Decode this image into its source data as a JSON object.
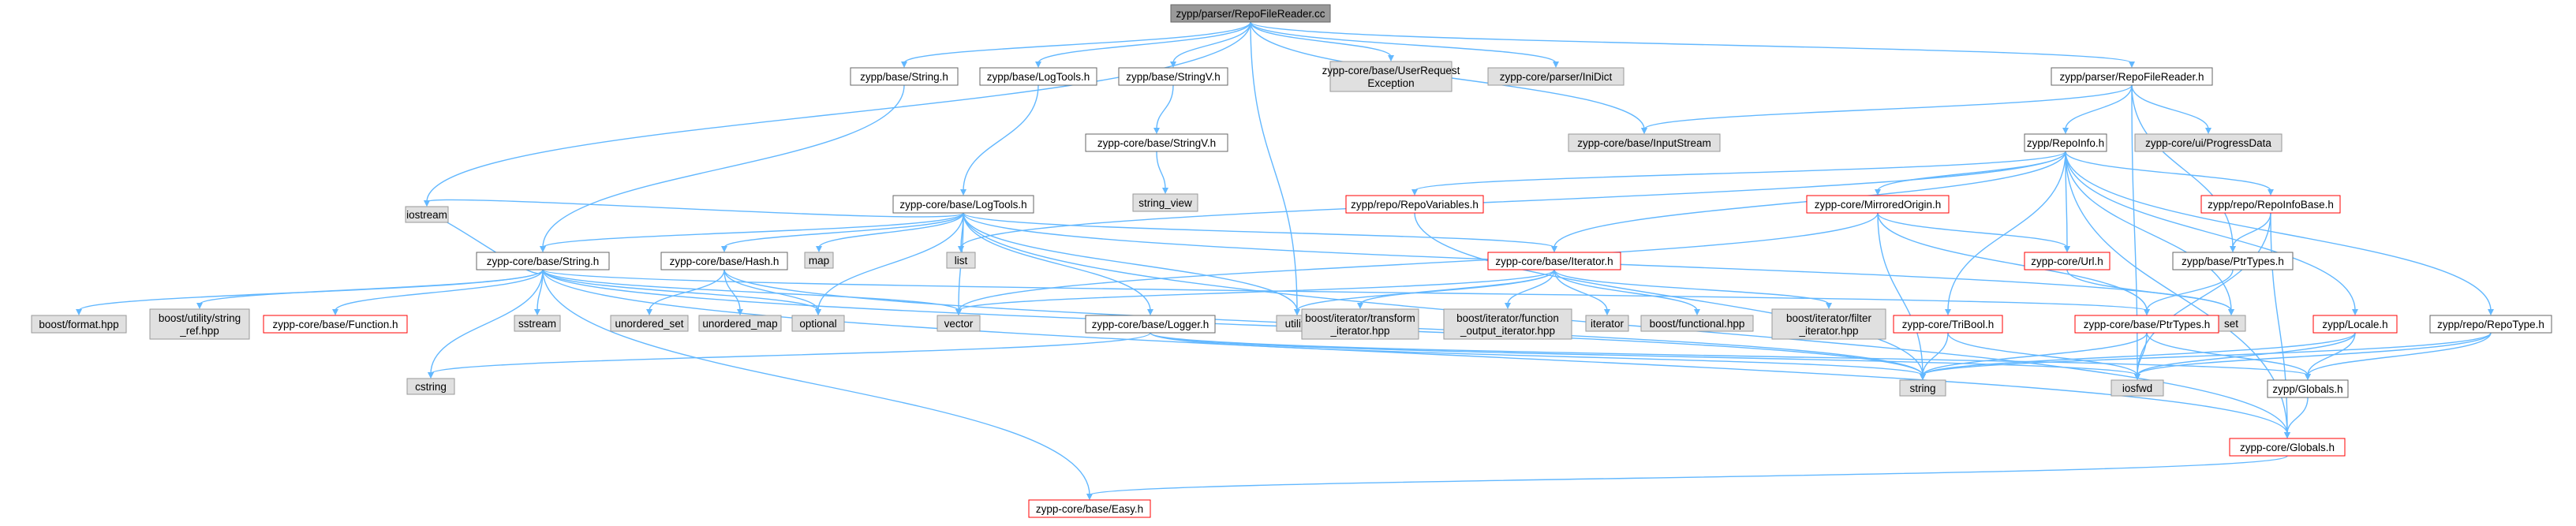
{
  "diagram": {
    "type": "include-dependency-graph",
    "colors": {
      "root_fill": "#999999",
      "root_border": "#666666",
      "normal_fill": "#ffffff",
      "normal_border": "#666666",
      "missing_fill": "#e0e0e0",
      "missing_border": "#999999",
      "truncated_fill": "#ffffff",
      "truncated_border": "#ff0000",
      "edge": "#63b8ff"
    },
    "nodes": [
      {
        "id": "root",
        "lines": [
          "zypp/parser/RepoFileReader.cc"
        ],
        "style": "root"
      },
      {
        "id": "iostream",
        "lines": [
          "iostream"
        ],
        "style": "missing"
      },
      {
        "id": "str_h",
        "lines": [
          "zypp/base/String.h"
        ],
        "style": "normal"
      },
      {
        "id": "logtools_h",
        "lines": [
          "zypp/base/LogTools.h"
        ],
        "style": "normal"
      },
      {
        "id": "stringv_h",
        "lines": [
          "zypp/base/StringV.h"
        ],
        "style": "normal"
      },
      {
        "id": "userreq",
        "lines": [
          "zypp-core/base/UserRequest",
          "Exception"
        ],
        "style": "missing"
      },
      {
        "id": "inidict",
        "lines": [
          "zypp-core/parser/IniDict"
        ],
        "style": "missing"
      },
      {
        "id": "rfr_h",
        "lines": [
          "zypp/parser/RepoFileReader.h"
        ],
        "style": "normal"
      },
      {
        "id": "core_stringv",
        "lines": [
          "zypp-core/base/StringV.h"
        ],
        "style": "normal"
      },
      {
        "id": "inputstream",
        "lines": [
          "zypp-core/base/InputStream"
        ],
        "style": "missing"
      },
      {
        "id": "progressdata",
        "lines": [
          "zypp-core/ui/ProgressData"
        ],
        "style": "missing"
      },
      {
        "id": "repoinfo",
        "lines": [
          "zypp/RepoInfo.h"
        ],
        "style": "normal"
      },
      {
        "id": "string_view",
        "lines": [
          "string_view"
        ],
        "style": "missing"
      },
      {
        "id": "core_logtools",
        "lines": [
          "zypp-core/base/LogTools.h"
        ],
        "style": "normal"
      },
      {
        "id": "repovariables",
        "lines": [
          "zypp/repo/RepoVariables.h"
        ],
        "style": "truncated"
      },
      {
        "id": "mirroredorigin",
        "lines": [
          "zypp-core/MirroredOrigin.h"
        ],
        "style": "truncated"
      },
      {
        "id": "repoinfobase",
        "lines": [
          "zypp/repo/RepoInfoBase.h"
        ],
        "style": "truncated"
      },
      {
        "id": "core_string",
        "lines": [
          "zypp-core/base/String.h"
        ],
        "style": "normal"
      },
      {
        "id": "core_hash",
        "lines": [
          "zypp-core/base/Hash.h"
        ],
        "style": "normal"
      },
      {
        "id": "map",
        "lines": [
          "map"
        ],
        "style": "missing"
      },
      {
        "id": "list",
        "lines": [
          "list"
        ],
        "style": "missing"
      },
      {
        "id": "core_iterator",
        "lines": [
          "zypp-core/base/Iterator.h"
        ],
        "style": "truncated"
      },
      {
        "id": "core_url",
        "lines": [
          "zypp-core/Url.h"
        ],
        "style": "truncated"
      },
      {
        "id": "ptrtypes_h",
        "lines": [
          "zypp/base/PtrTypes.h"
        ],
        "style": "normal"
      },
      {
        "id": "boost_format",
        "lines": [
          "boost/format.hpp"
        ],
        "style": "missing"
      },
      {
        "id": "boost_string_ref",
        "lines": [
          "boost/utility/string",
          "_ref.hpp"
        ],
        "style": "missing"
      },
      {
        "id": "core_function",
        "lines": [
          "zypp-core/base/Function.h"
        ],
        "style": "truncated"
      },
      {
        "id": "sstream",
        "lines": [
          "sstream"
        ],
        "style": "missing"
      },
      {
        "id": "unordered_set",
        "lines": [
          "unordered_set"
        ],
        "style": "missing"
      },
      {
        "id": "unordered_map",
        "lines": [
          "unordered_map"
        ],
        "style": "missing"
      },
      {
        "id": "optional",
        "lines": [
          "optional"
        ],
        "style": "missing"
      },
      {
        "id": "vector",
        "lines": [
          "vector"
        ],
        "style": "missing"
      },
      {
        "id": "core_logger",
        "lines": [
          "zypp-core/base/Logger.h"
        ],
        "style": "normal"
      },
      {
        "id": "utility",
        "lines": [
          "utility"
        ],
        "style": "missing"
      },
      {
        "id": "boost_transform",
        "lines": [
          "boost/iterator/transform",
          "_iterator.hpp"
        ],
        "style": "missing"
      },
      {
        "id": "boost_function_out",
        "lines": [
          "boost/iterator/function",
          "_output_iterator.hpp"
        ],
        "style": "missing"
      },
      {
        "id": "iterator",
        "lines": [
          "iterator"
        ],
        "style": "missing"
      },
      {
        "id": "boost_functional",
        "lines": [
          "boost/functional.hpp"
        ],
        "style": "missing"
      },
      {
        "id": "boost_filter",
        "lines": [
          "boost/iterator/filter",
          "_iterator.hpp"
        ],
        "style": "missing"
      },
      {
        "id": "set",
        "lines": [
          "set"
        ],
        "style": "missing"
      },
      {
        "id": "tribool",
        "lines": [
          "zypp-core/TriBool.h"
        ],
        "style": "truncated"
      },
      {
        "id": "core_ptrtypes",
        "lines": [
          "zypp-core/base/PtrTypes.h"
        ],
        "style": "truncated"
      },
      {
        "id": "locale_h",
        "lines": [
          "zypp/Locale.h"
        ],
        "style": "truncated"
      },
      {
        "id": "repotype",
        "lines": [
          "zypp/repo/RepoType.h"
        ],
        "style": "normal"
      },
      {
        "id": "cstring",
        "lines": [
          "cstring"
        ],
        "style": "missing"
      },
      {
        "id": "string",
        "lines": [
          "string"
        ],
        "style": "missing"
      },
      {
        "id": "iosfwd",
        "lines": [
          "iosfwd"
        ],
        "style": "missing"
      },
      {
        "id": "globals_h",
        "lines": [
          "zypp/Globals.h"
        ],
        "style": "normal"
      },
      {
        "id": "core_globals",
        "lines": [
          "zypp-core/Globals.h"
        ],
        "style": "truncated"
      },
      {
        "id": "core_easy",
        "lines": [
          "zypp-core/base/Easy.h"
        ],
        "style": "truncated"
      }
    ],
    "edges": [
      [
        "root",
        "iostream"
      ],
      [
        "root",
        "str_h"
      ],
      [
        "root",
        "logtools_h"
      ],
      [
        "root",
        "stringv_h"
      ],
      [
        "root",
        "userreq"
      ],
      [
        "root",
        "inidict"
      ],
      [
        "root",
        "rfr_h"
      ],
      [
        "root",
        "inputstream"
      ],
      [
        "root",
        "utility"
      ],
      [
        "str_h",
        "core_string"
      ],
      [
        "logtools_h",
        "core_logtools"
      ],
      [
        "stringv_h",
        "core_stringv"
      ],
      [
        "core_stringv",
        "string_view"
      ],
      [
        "rfr_h",
        "inputstream"
      ],
      [
        "rfr_h",
        "progressdata"
      ],
      [
        "rfr_h",
        "repoinfo"
      ],
      [
        "rfr_h",
        "ptrtypes_h"
      ],
      [
        "rfr_h",
        "iosfwd"
      ],
      [
        "repoinfo",
        "list"
      ],
      [
        "repoinfo",
        "repovariables"
      ],
      [
        "repoinfo",
        "mirroredorigin"
      ],
      [
        "repoinfo",
        "core_iterator"
      ],
      [
        "repoinfo",
        "core_url"
      ],
      [
        "repoinfo",
        "repoinfobase"
      ],
      [
        "repoinfo",
        "tribool"
      ],
      [
        "repoinfo",
        "locale_h"
      ],
      [
        "repoinfo",
        "repotype"
      ],
      [
        "repoinfo",
        "core_globals"
      ],
      [
        "repoinfo",
        "set"
      ],
      [
        "core_logtools",
        "iostream"
      ],
      [
        "core_logtools",
        "core_string"
      ],
      [
        "core_logtools",
        "core_hash"
      ],
      [
        "core_logtools",
        "map"
      ],
      [
        "core_logtools",
        "list"
      ],
      [
        "core_logtools",
        "core_iterator"
      ],
      [
        "core_logtools",
        "optional"
      ],
      [
        "core_logtools",
        "vector"
      ],
      [
        "core_logtools",
        "core_logger"
      ],
      [
        "core_logtools",
        "set"
      ],
      [
        "core_logtools",
        "utility"
      ],
      [
        "core_logtools",
        "core_globals"
      ],
      [
        "core_string",
        "iostream"
      ],
      [
        "core_string",
        "boost_format"
      ],
      [
        "core_string",
        "boost_string_ref"
      ],
      [
        "core_string",
        "core_function"
      ],
      [
        "core_string",
        "sstream"
      ],
      [
        "core_string",
        "vector"
      ],
      [
        "core_string",
        "optional"
      ],
      [
        "core_string",
        "cstring"
      ],
      [
        "core_string",
        "string"
      ],
      [
        "core_string",
        "core_easy"
      ],
      [
        "core_string",
        "core_ptrtypes"
      ],
      [
        "core_string",
        "core_globals"
      ],
      [
        "core_hash",
        "unordered_set"
      ],
      [
        "core_hash",
        "unordered_map"
      ],
      [
        "core_hash",
        "optional"
      ],
      [
        "core_hash",
        "string"
      ],
      [
        "core_iterator",
        "vector"
      ],
      [
        "core_iterator",
        "utility"
      ],
      [
        "core_iterator",
        "boost_transform"
      ],
      [
        "core_iterator",
        "boost_function_out"
      ],
      [
        "core_iterator",
        "iterator"
      ],
      [
        "core_iterator",
        "boost_functional"
      ],
      [
        "core_iterator",
        "boost_filter"
      ],
      [
        "core_logger",
        "cstring"
      ],
      [
        "core_logger",
        "iosfwd"
      ],
      [
        "core_logger",
        "string"
      ],
      [
        "core_logger",
        "globals_h"
      ],
      [
        "repovariables",
        "string"
      ],
      [
        "mirroredorigin",
        "vector"
      ],
      [
        "mirroredorigin",
        "string"
      ],
      [
        "mirroredorigin",
        "core_url"
      ],
      [
        "mirroredorigin",
        "core_ptrtypes"
      ],
      [
        "core_url",
        "set"
      ],
      [
        "repoinfobase",
        "ptrtypes_h"
      ],
      [
        "repoinfobase",
        "iosfwd"
      ],
      [
        "repoinfobase",
        "core_globals"
      ],
      [
        "ptrtypes_h",
        "core_ptrtypes"
      ],
      [
        "tribool",
        "string"
      ],
      [
        "tribool",
        "iosfwd"
      ],
      [
        "core_ptrtypes",
        "string"
      ],
      [
        "core_ptrtypes",
        "iosfwd"
      ],
      [
        "core_ptrtypes",
        "globals_h"
      ],
      [
        "locale_h",
        "string"
      ],
      [
        "locale_h",
        "iosfwd"
      ],
      [
        "locale_h",
        "globals_h"
      ],
      [
        "repotype",
        "string"
      ],
      [
        "repotype",
        "iosfwd"
      ],
      [
        "repotype",
        "globals_h"
      ],
      [
        "globals_h",
        "core_globals"
      ],
      [
        "core_globals",
        "core_easy"
      ]
    ]
  }
}
